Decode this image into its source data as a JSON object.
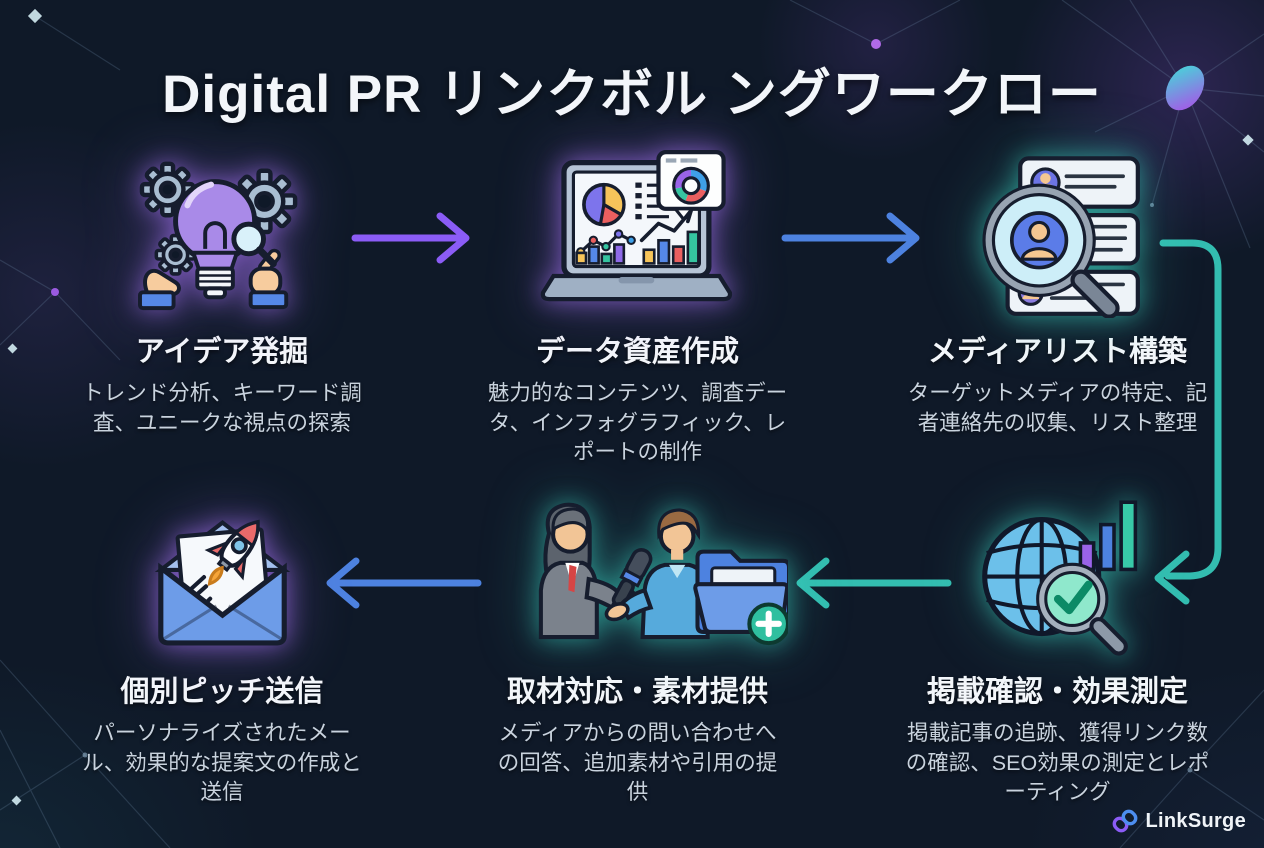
{
  "title": "Digital PR リンクボル ングワークロー",
  "steps": [
    {
      "title": "アイデア発掘",
      "desc": "トレンド分析、キーワード調査、ユニークな視点の探索",
      "icon": "idea-discovery-icon"
    },
    {
      "title": "データ資産作成",
      "desc": "魅力的なコンテンツ、調査データ、インフォグラフィック、レポートの制作",
      "icon": "data-asset-icon"
    },
    {
      "title": "メディアリスト構築",
      "desc": "ターゲットメディアの特定、記者連絡先の収集、リスト整理",
      "icon": "media-list-icon"
    },
    {
      "title": "掲載確認・効果測定",
      "desc": "掲載記事の追跡、獲得リンク数の確認、SEO効果の測定とレポーティング",
      "icon": "coverage-measurement-icon"
    },
    {
      "title": "取材対応・素材提供",
      "desc": "メディアからの問い合わせへの回答、追加素材や引用の提供",
      "icon": "interview-support-icon"
    },
    {
      "title": "個別ピッチ送信",
      "desc": "パーソナライズされたメール、効果的な提案文の作成と送信",
      "icon": "pitch-send-icon"
    }
  ],
  "logo": {
    "text": "LinkSurge",
    "icon": "chain-link-icon"
  },
  "colors": {
    "background": "#0f1928",
    "title_text": "#f3f6fa",
    "step_desc_text": "#c9d3de",
    "arrow_purple": "#8b5cf6",
    "arrow_blue": "#4d82e0",
    "arrow_teal": "#33bdb0",
    "glow_purple": "#a855f7",
    "glow_teal": "#3ddcc8"
  }
}
